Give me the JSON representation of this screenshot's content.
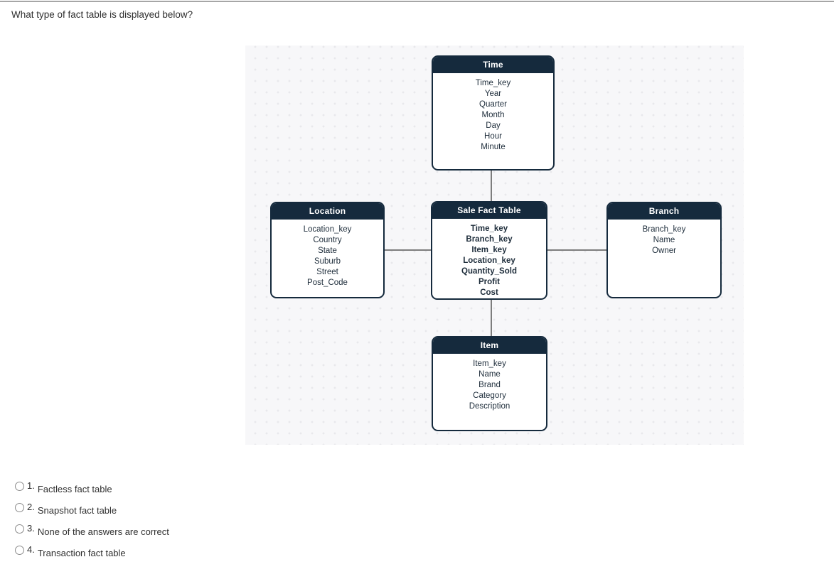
{
  "page": {
    "question": "What type of fact table is displayed below?"
  },
  "colors": {
    "navy": "#152a3d",
    "panel-bg": "#f7f7f9",
    "dot": "#e8e8ec",
    "connector": "#7d7d7d",
    "top-rule": "#a6a6a6",
    "text": "#2f2f2f",
    "field-text": "#1e2d3b",
    "radio-border": "#8c8c8c"
  },
  "diagram": {
    "tables": {
      "time": {
        "title": "Time",
        "fields": [
          "Time_key",
          "Year",
          "Quarter",
          "Month",
          "Day",
          "Hour",
          "Minute"
        ]
      },
      "location": {
        "title": "Location",
        "fields": [
          "Location_key",
          "Country",
          "State",
          "Suburb",
          "Street",
          "Post_Code"
        ]
      },
      "fact": {
        "title": "Sale Fact Table",
        "fields": [
          "Time_key",
          "Branch_key",
          "Item_key",
          "Location_key",
          "Quantity_Sold",
          "Profit",
          "Cost"
        ]
      },
      "branch": {
        "title": "Branch",
        "fields": [
          "Branch_key",
          "Name",
          "Owner"
        ]
      },
      "item": {
        "title": "Item",
        "fields": [
          "Item_key",
          "Name",
          "Brand",
          "Category",
          "Description"
        ]
      }
    }
  },
  "options": [
    {
      "number": "1.",
      "label": "Factless fact table"
    },
    {
      "number": "2.",
      "label": "Snapshot fact table"
    },
    {
      "number": "3.",
      "label": "None of the answers are correct"
    },
    {
      "number": "4.",
      "label": "Transaction fact table"
    }
  ]
}
